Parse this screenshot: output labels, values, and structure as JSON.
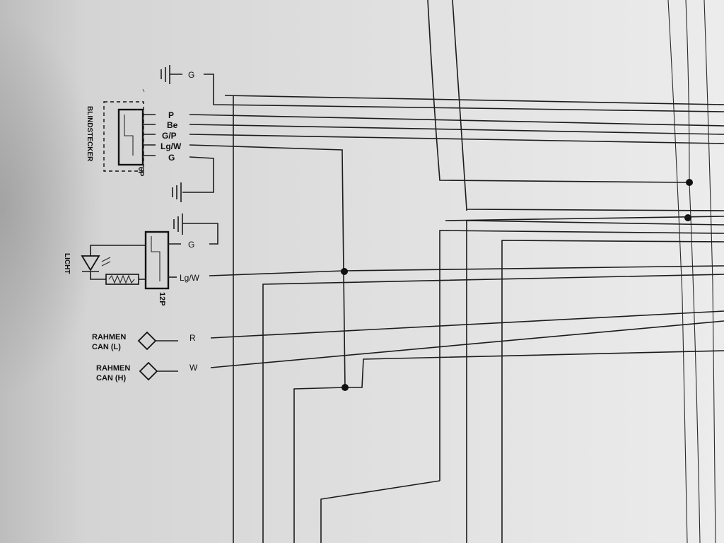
{
  "diagram": {
    "connectors": {
      "blindstecker": {
        "name": "BLINDSTECKER",
        "pins": "6P"
      },
      "light_connector": {
        "pins": "12P"
      }
    },
    "wire_labels": {
      "ground_top": "G",
      "pin_p": "P",
      "pin_be": "Be",
      "pin_gp": "G/P",
      "pin_lgw": "Lg/W",
      "pin_g": "G",
      "light_g": "G",
      "light_lgw": "Lg/W",
      "can_l": "R",
      "can_h": "W"
    },
    "components": {
      "licht": "LICHT",
      "rahmen_can_l": [
        "RAHMEN",
        "CAN (L)"
      ],
      "rahmen_can_h": [
        "RAHMEN",
        "CAN (H)"
      ]
    }
  }
}
